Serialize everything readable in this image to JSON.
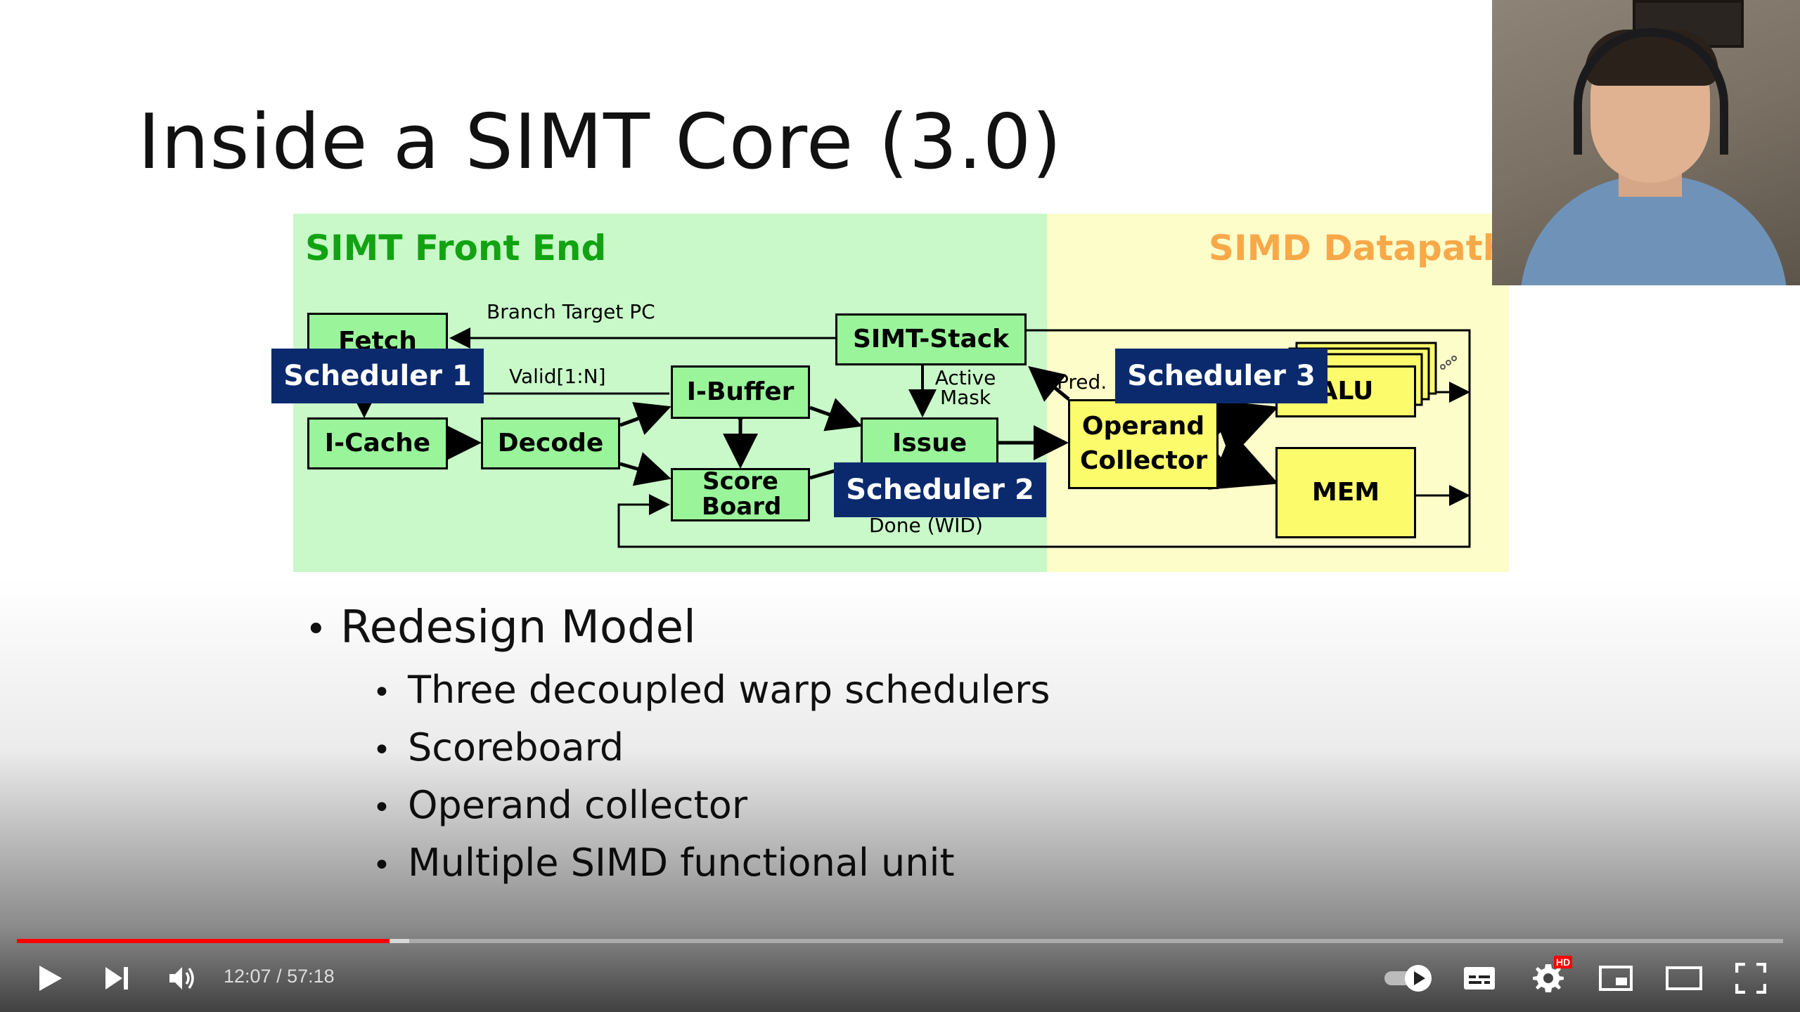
{
  "slide": {
    "title": "Inside a SIMT Core (3.0)",
    "diagram": {
      "front_end_label": "SIMT Front End",
      "datapath_label": "SIMD Datapath",
      "colors": {
        "front_end_bg": "#c9f9c9",
        "datapath_bg": "#fdfdca",
        "front_end_text": "#12a312",
        "datapath_text": "#f7a94a",
        "scheduler_bg": "#0b2a6e"
      },
      "boxes": {
        "fetch": "Fetch",
        "icache": "I-Cache",
        "decode": "Decode",
        "ibuffer": "I-Buffer",
        "scoreboard": "Score Board",
        "issue": "Issue",
        "simt_stack": "SIMT-Stack",
        "operand_collector": "Operand Collector",
        "alu": "ALU",
        "mem": "MEM"
      },
      "schedulers": [
        "Scheduler 1",
        "Scheduler 2",
        "Scheduler 3"
      ],
      "labels": {
        "branch_target_pc": "Branch Target PC",
        "valid": "Valid[1:N]",
        "active_mask": "Active Mask",
        "pred": "Pred.",
        "done": "Done (WID)"
      }
    },
    "bullets": [
      {
        "text": "Redesign Model",
        "children": [
          "Three decoupled warp schedulers",
          "Scoreboard",
          "Operand collector",
          "Multiple SIMD functional unit"
        ]
      }
    ]
  },
  "player": {
    "current_time": "12:07",
    "duration": "57:18",
    "time_display": "12:07 / 57:18",
    "progress_played_fraction": 0.211,
    "progress_loaded_fraction": 0.222,
    "hd_badge": "HD",
    "icons": [
      "play-icon",
      "next-icon",
      "volume-icon",
      "autoplay-toggle-icon",
      "captions-icon",
      "settings-icon",
      "miniplayer-icon",
      "theater-icon",
      "fullscreen-icon"
    ]
  }
}
